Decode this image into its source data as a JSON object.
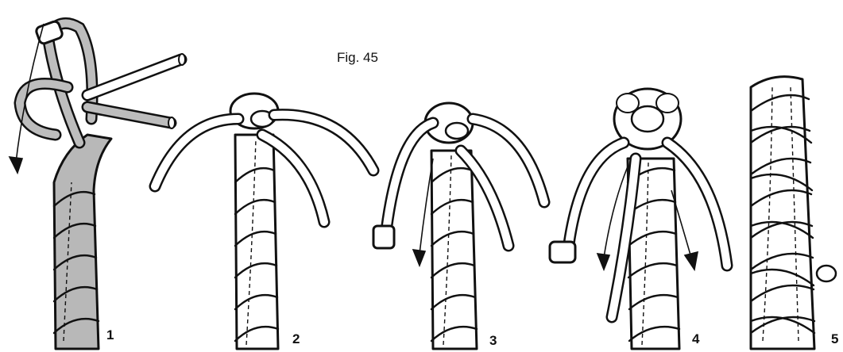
{
  "figure": {
    "title": "Fig. 45",
    "steps": [
      "1",
      "2",
      "3",
      "4",
      "5"
    ]
  }
}
